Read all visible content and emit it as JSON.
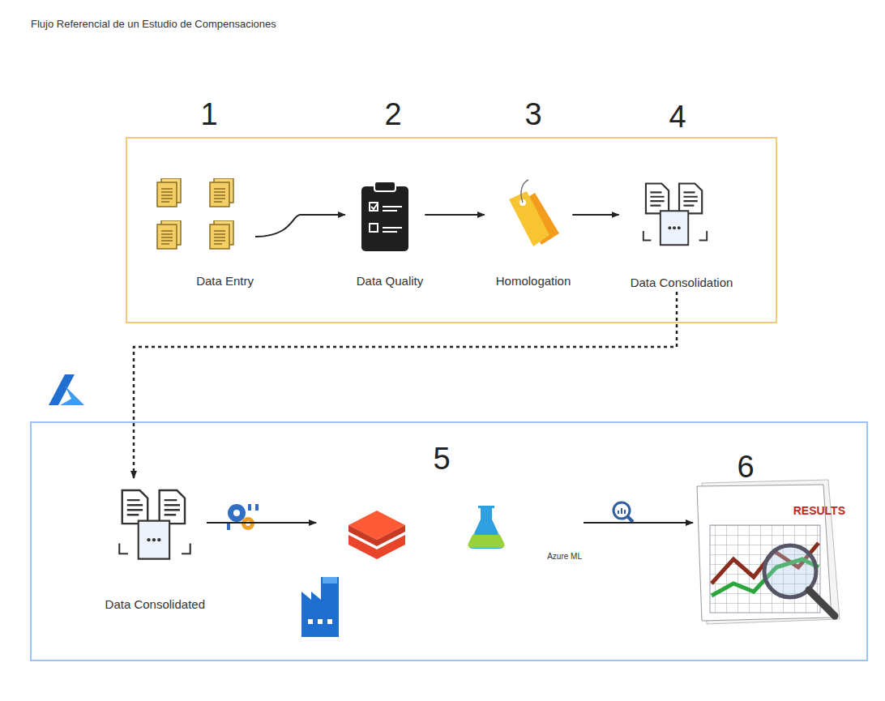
{
  "diagram": {
    "title": "Flujo Referencial de un Estudio de Compensaciones",
    "nodes": [
      {
        "text": [
          "Data Entry"
        ]
      },
      {
        "text": [
          "Data Quality"
        ]
      },
      {
        "text": [
          "Homologation"
        ]
      },
      {
        "text": [
          "Data Consolidation"
        ]
      },
      {
        "text": [
          "Data Consolidated"
        ]
      },
      {
        "text": [
          "Azure ML"
        ]
      },
      {
        "text": [
          "RESULTS"
        ]
      }
    ],
    "edges": [
      {
        "from": 0,
        "to": 1,
        "arrow": "to"
      },
      {
        "from": 1,
        "to": 2,
        "arrow": "to"
      },
      {
        "from": 2,
        "to": 3,
        "arrow": "to"
      },
      {
        "from": 3,
        "to": 4,
        "arrow": "to"
      },
      {
        "from": 4,
        "to": 5,
        "arrow": "to"
      },
      {
        "from": 5,
        "to": 6,
        "arrow": "to"
      }
    ],
    "labels": [
      "1",
      "2",
      "3",
      "4",
      "5",
      "6"
    ]
  }
}
